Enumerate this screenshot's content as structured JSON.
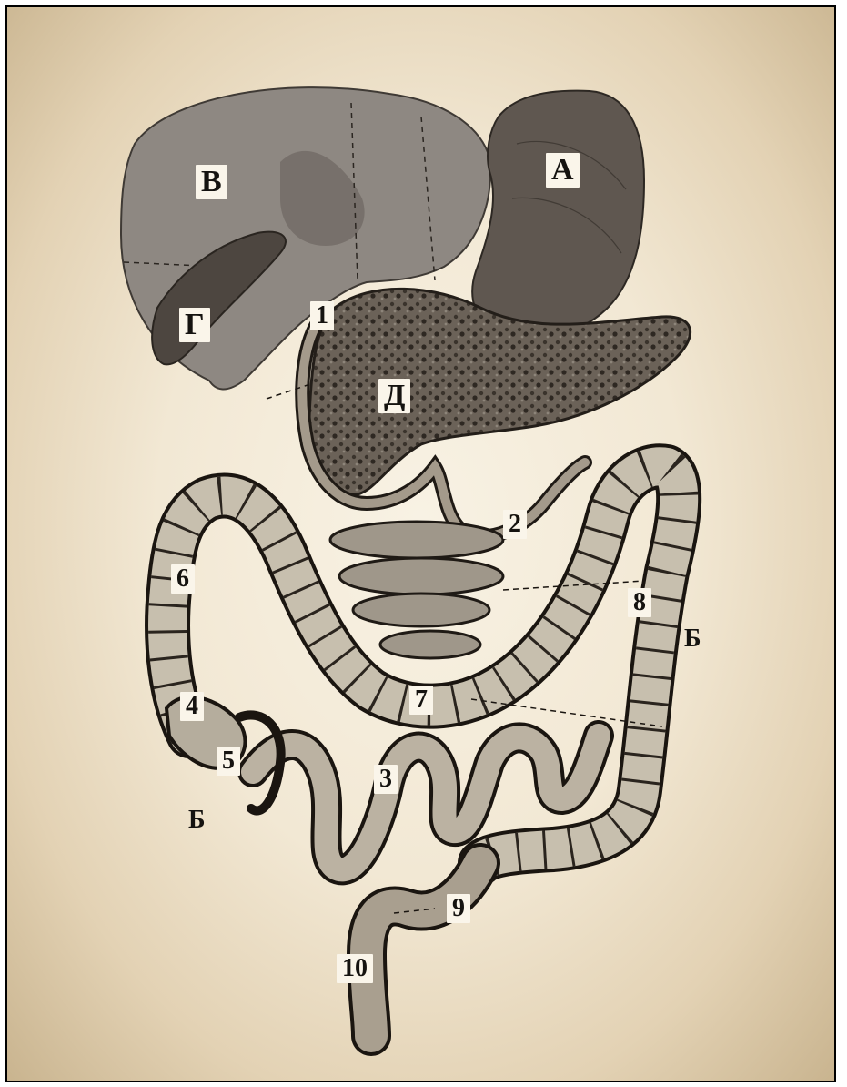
{
  "labels": {
    "A": "А",
    "B_upper": "Б",
    "B_lower": "Б",
    "V": "В",
    "G": "Г",
    "D": "Д",
    "n1": "1",
    "n2": "2",
    "n3": "3",
    "n4": "4",
    "n5": "5",
    "n6": "6",
    "n7": "7",
    "n8": "8",
    "n9": "9",
    "n10": "10"
  },
  "colors": {
    "ink": "#1c1712",
    "liver": "#8c8680",
    "stomach": "#5e5650",
    "pancreas": "#736a60",
    "bowel_fill": "#bdb5a6",
    "background": "#f2e8d4"
  }
}
